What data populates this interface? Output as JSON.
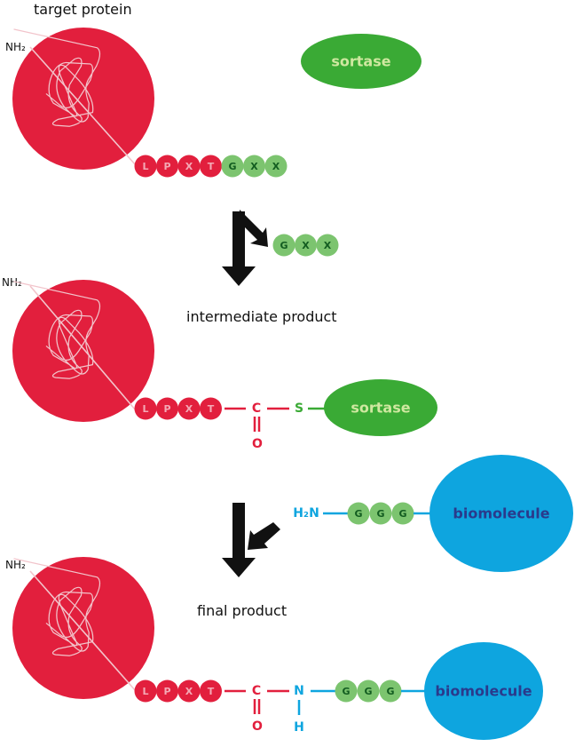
{
  "labels": {
    "target": "target protein",
    "intermediate": "intermediate product",
    "final": "final product",
    "nh2": "NH₂"
  },
  "enzyme": {
    "name": "sortase"
  },
  "partner": {
    "name": "biomolecule"
  },
  "motif": {
    "sorting": [
      "L",
      "P",
      "X",
      "T"
    ],
    "leaving": [
      "G",
      "X",
      "X"
    ],
    "nucleophile": [
      "G",
      "G",
      "G"
    ]
  },
  "chem": {
    "carbon": "C",
    "oxygen": "O",
    "sulfur": "S",
    "nitrogen": "N",
    "hydrogen": "H",
    "amine_h2": "H₂",
    "amine_n": "N"
  },
  "colors": {
    "protein_red": "#e21f3d",
    "residue_text_pink": "#f4a9b5",
    "coil": "#f2c4cb",
    "sortase_green": "#3aaa35",
    "sortase_text": "#cfe8a0",
    "gly_green": "#7cc46f",
    "gly_text": "#125c20",
    "biomolecule_blue": "#0ea5df",
    "biomolecule_text": "#2a3a8c",
    "arrow_black": "#111111"
  }
}
